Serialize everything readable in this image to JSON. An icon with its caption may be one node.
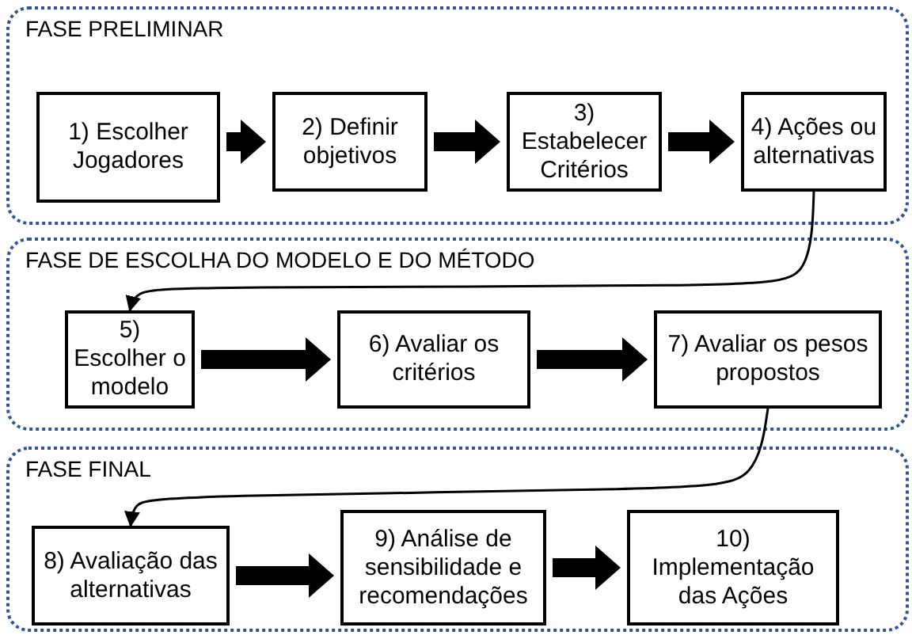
{
  "diagram": {
    "nodes": [
      {
        "text": [
          "FASE PRELIMINAR"
        ]
      },
      {
        "text": [
          "1) Escolher Jogadores"
        ],
        "in": 0
      },
      {
        "text": [
          "2) Definir objetivos"
        ],
        "in": 0
      },
      {
        "text": [
          "3) Estabelecer Critérios"
        ],
        "in": 0
      },
      {
        "text": [
          "4) Ações ou alternativas"
        ],
        "in": 0
      },
      {
        "text": [
          "FASE DE ESCOLHA DO MODELO E DO MÉTODO"
        ]
      },
      {
        "text": [
          "5) Escolher o modelo"
        ],
        "in": 5
      },
      {
        "text": [
          "6) Avaliar os critérios"
        ],
        "in": 5
      },
      {
        "text": [
          "7) Avaliar os pesos propostos"
        ],
        "in": 5
      },
      {
        "text": [
          "FASE FINAL"
        ]
      },
      {
        "text": [
          "8) Avaliação das alternativas"
        ],
        "in": 9
      },
      {
        "text": [
          "9) Análise de sensibilidade e recomendações"
        ],
        "in": 9
      },
      {
        "text": [
          "10) Implementação das Ações"
        ],
        "in": 9
      }
    ],
    "edges": [
      {
        "from": 1,
        "to": 2,
        "arrow": "to"
      },
      {
        "from": 2,
        "to": 3,
        "arrow": "to"
      },
      {
        "from": 3,
        "to": 4,
        "arrow": "to"
      },
      {
        "from": 4,
        "to": 6,
        "arrow": "to"
      },
      {
        "from": 6,
        "to": 7,
        "arrow": "to"
      },
      {
        "from": 7,
        "to": 8,
        "arrow": "to"
      },
      {
        "from": 8,
        "to": 10,
        "arrow": "to"
      },
      {
        "from": 10,
        "to": 11,
        "arrow": "to"
      },
      {
        "from": 11,
        "to": 12,
        "arrow": "to"
      }
    ]
  }
}
